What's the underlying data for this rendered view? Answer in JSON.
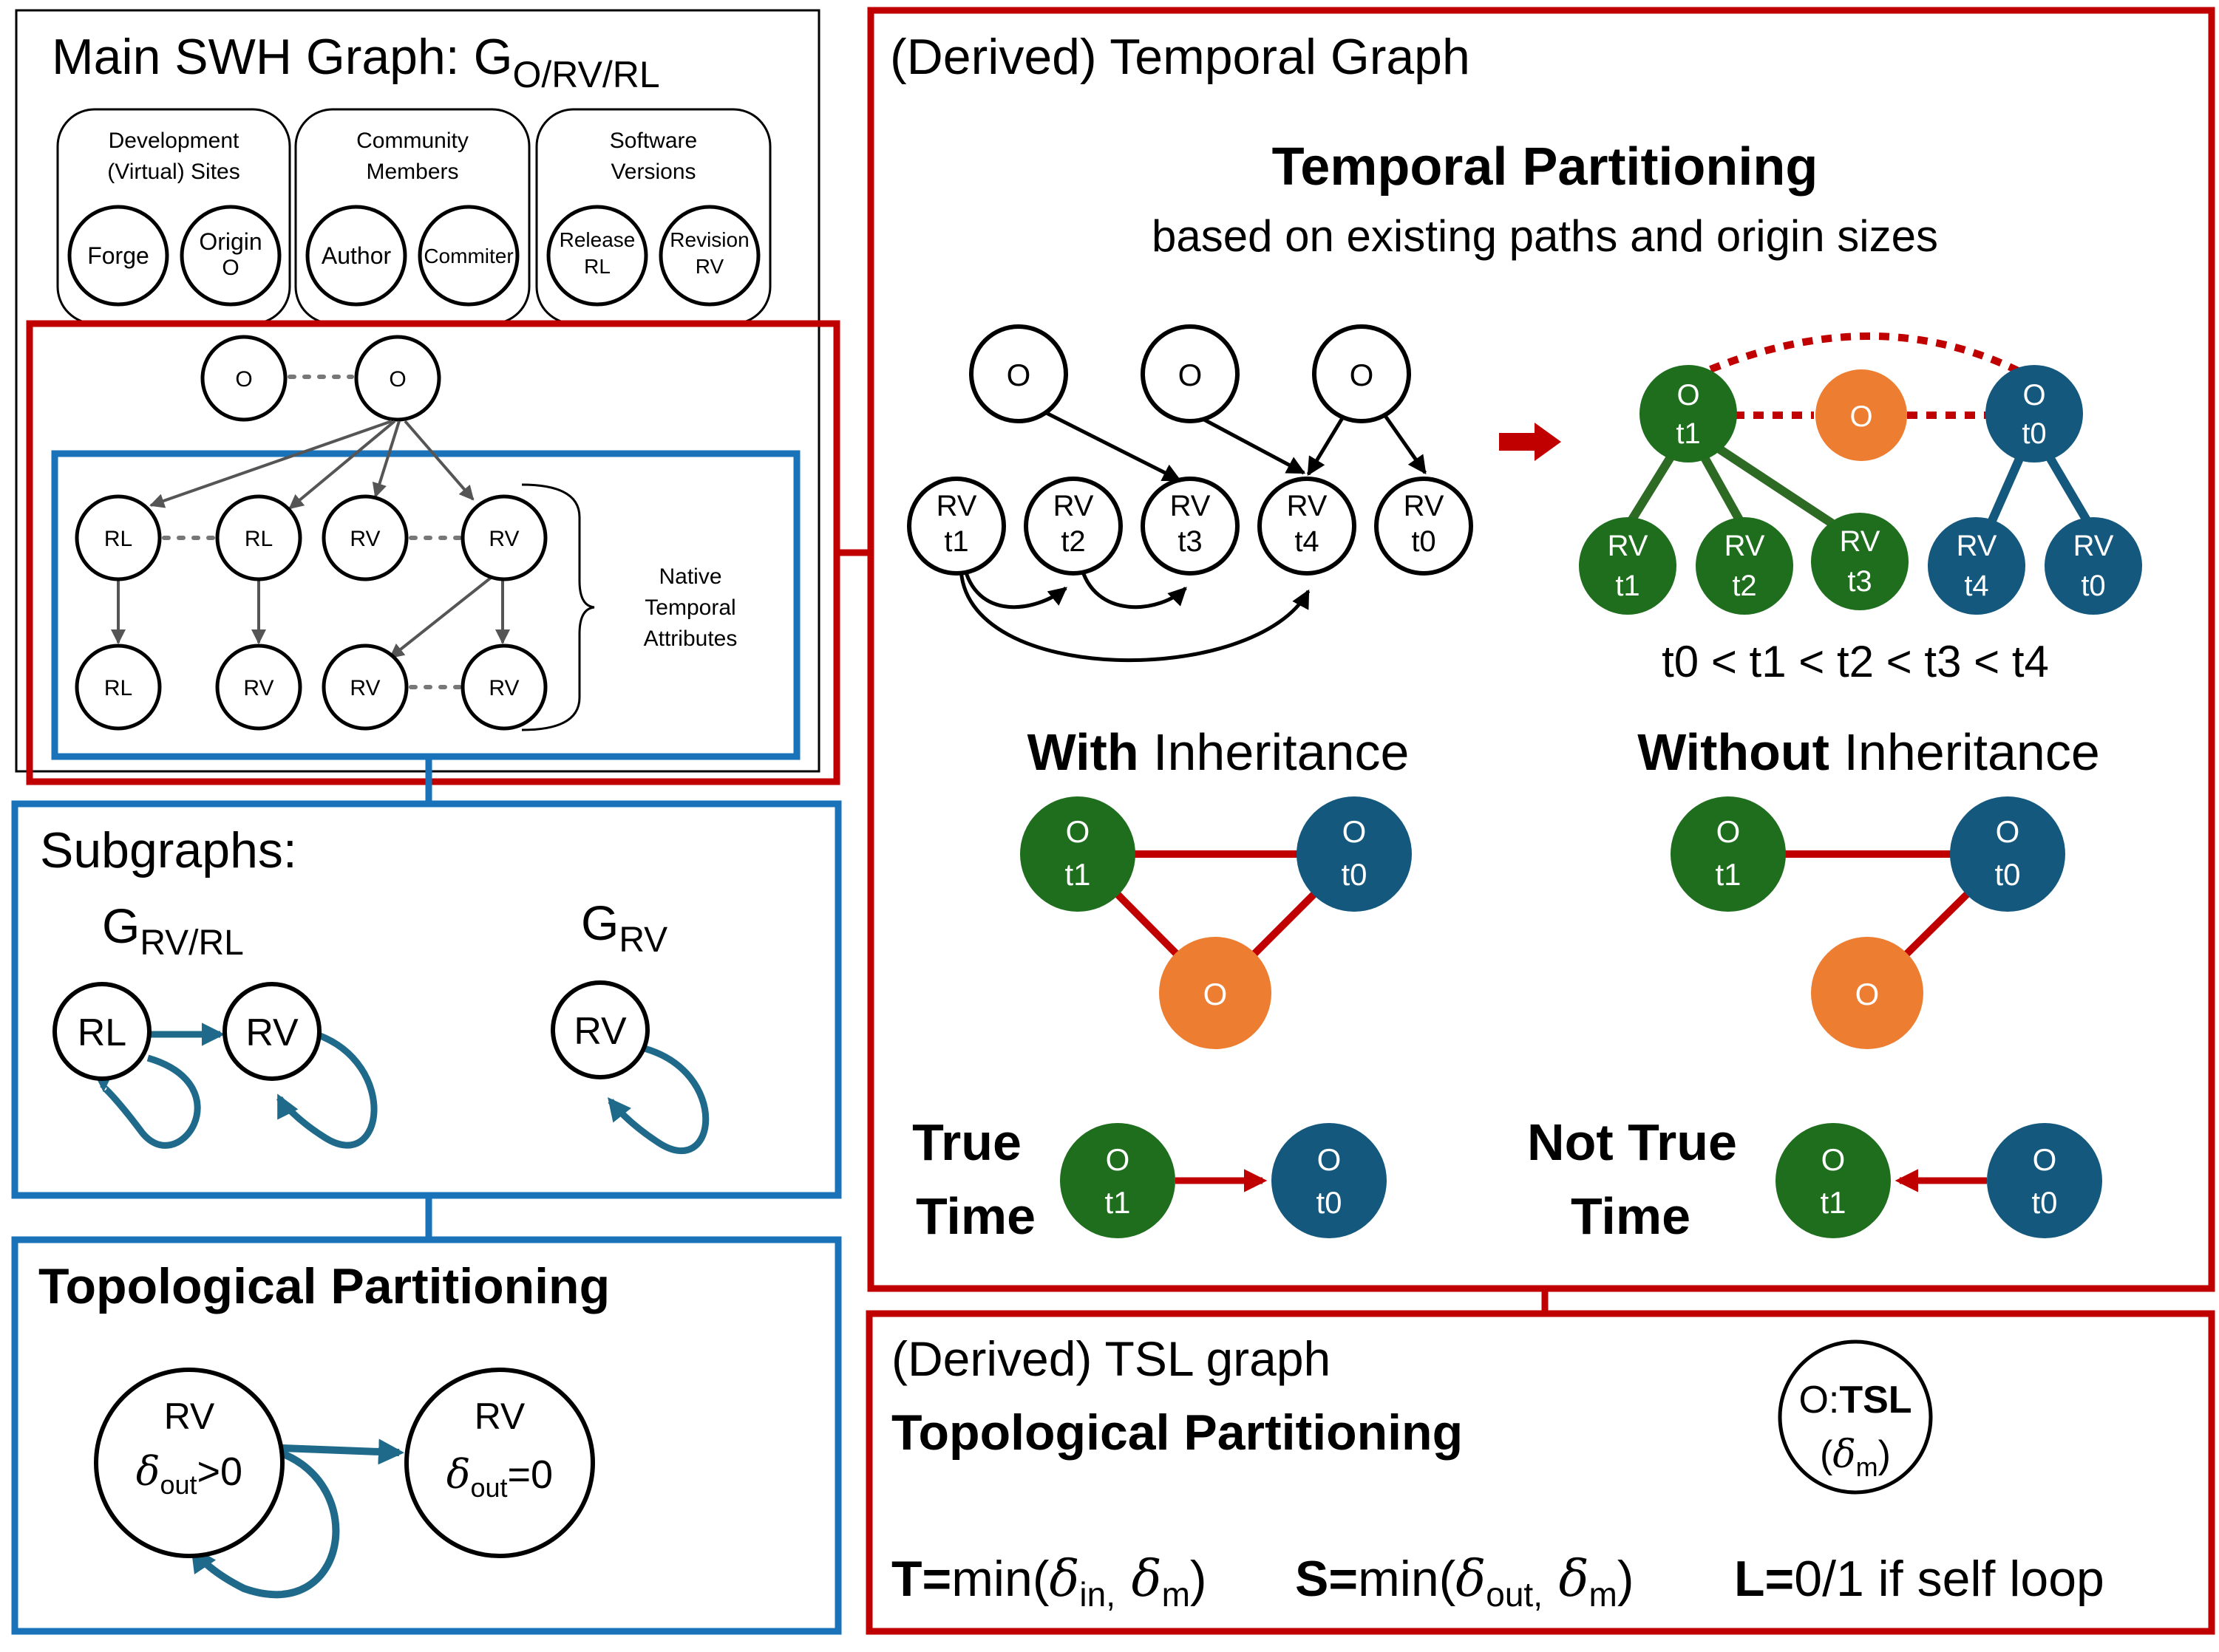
{
  "colors": {
    "red": "#c00000",
    "blue": "#1a73b8",
    "teal": "#1f6a8a",
    "green": "#1e6e1e",
    "dark_green": "#2d6a24",
    "navy": "#15587e",
    "orange": "#ed7d31",
    "gray": "#555555"
  },
  "main_graph": {
    "title": "Main SWH Graph: G",
    "title_sub": "O/RV/RL",
    "groups": [
      {
        "line1": "Development",
        "line2": "(Virtual) Sites",
        "nodes": [
          [
            "Forge"
          ],
          [
            "Origin",
            "O"
          ]
        ]
      },
      {
        "line1": "Community",
        "line2": "Members",
        "nodes": [
          [
            "Author"
          ],
          [
            "Commiter"
          ]
        ]
      },
      {
        "line1": "Software",
        "line2": "Versions",
        "nodes": [
          [
            "Release",
            "RL"
          ],
          [
            "Revision",
            "RV"
          ]
        ]
      }
    ],
    "origin_nodes": [
      "O",
      "O"
    ],
    "row1": [
      "RL",
      "RL",
      "RV",
      "RV"
    ],
    "row2": [
      "RL",
      "RV",
      "RV",
      "RV"
    ],
    "brace_label": [
      "Native",
      "Temporal",
      "Attributes"
    ]
  },
  "subgraphs": {
    "title": "Subgraphs:",
    "g1_label": "G",
    "g1_sub": "RV/RL",
    "g2_label": "G",
    "g2_sub": "RV",
    "g1_nodes": [
      "RL",
      "RV"
    ],
    "g2_node": "RV"
  },
  "topological": {
    "title": "Topological Partitioning",
    "node1": {
      "top": "RV",
      "delta": "δ",
      "sub": "out",
      "rest": ">0"
    },
    "node2": {
      "top": "RV",
      "delta": "δ",
      "sub": "out",
      "rest": "=0"
    }
  },
  "temporal": {
    "header": "(Derived) Temporal  Graph",
    "heading": "Temporal Partitioning",
    "subheading": "based on existing  paths and origin sizes",
    "left_origins": [
      "O",
      "O",
      "O"
    ],
    "left_revisions": [
      [
        "RV",
        "t1"
      ],
      [
        "RV",
        "t2"
      ],
      [
        "RV",
        "t3"
      ],
      [
        "RV",
        "t4"
      ],
      [
        "RV",
        "t0"
      ]
    ],
    "right_top": {
      "left": [
        "O",
        "t1"
      ],
      "mid": "O",
      "right": [
        "O",
        "t0"
      ]
    },
    "right_bottom": [
      [
        "RV",
        "t1"
      ],
      [
        "RV",
        "t2"
      ],
      [
        "RV",
        "t3"
      ],
      [
        "RV",
        "t4"
      ],
      [
        "RV",
        "t0"
      ]
    ],
    "order": "t0 < t1 < t2 < t3 < t4",
    "with_bold": "With",
    "with_rest": " Inheritance",
    "without_bold": "Without",
    "without_rest": " Inheritance",
    "true_time": [
      "True",
      "Time"
    ],
    "not_true_time": [
      "Not True",
      "Time"
    ],
    "node_o_t1": [
      "O",
      "t1"
    ],
    "node_o_t0": [
      "O",
      "t0"
    ],
    "node_o": "O"
  },
  "tsl": {
    "header": "(Derived)  TSL graph",
    "heading": "Topological Partitioning",
    "node_top_plain": "O:",
    "node_top_bold": "TSL",
    "node_bottom": {
      "open": "(",
      "delta": "δ",
      "sub": "m",
      "close": ")"
    },
    "formula_t": {
      "bold": "T=",
      "text": "min(",
      "d1": "δ",
      "s1": "in,",
      "d2": " δ",
      "s2": "m",
      "end": ")"
    },
    "formula_s": {
      "bold": "S=",
      "text": "min(",
      "d1": "δ",
      "s1": "out,",
      "d2": " δ",
      "s2": "m",
      "end": ")"
    },
    "formula_l": {
      "bold": "L=",
      "text": "0/1 if self loop"
    }
  }
}
